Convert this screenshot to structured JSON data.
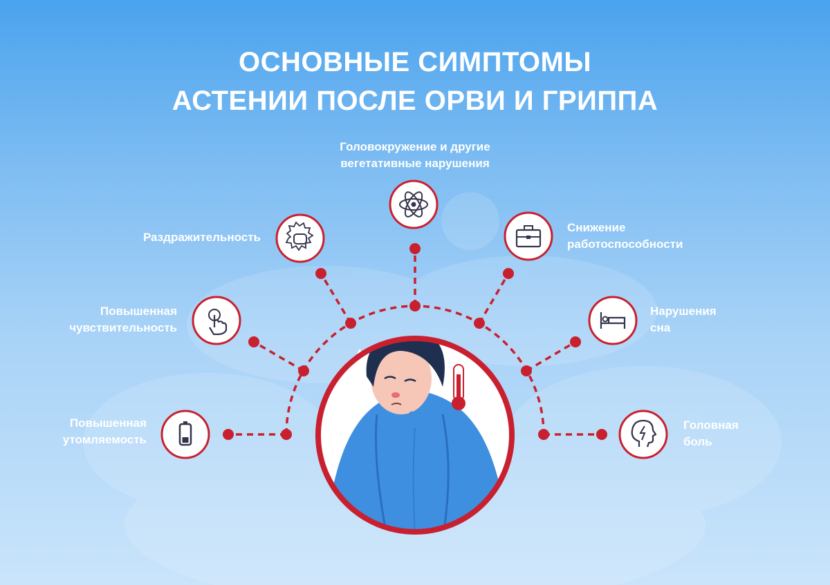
{
  "title": {
    "line1": "ОСНОВНЫЕ СИМПТОМЫ",
    "line2": "АСТЕНИИ ПОСЛЕ ОРВИ И ГРИППА"
  },
  "symptoms": {
    "fatigue": {
      "line1": "Повышенная",
      "line2": "утомляемость",
      "icon": "battery-icon"
    },
    "sensitivity": {
      "line1": "Повышенная",
      "line2": "чувствительность",
      "icon": "touch-hand-icon"
    },
    "irritability": {
      "line1": "Раздражительность",
      "icon": "fist-icon"
    },
    "dizziness": {
      "line1": "Головокружение и другие",
      "line2": "вегетативные нарушения",
      "icon": "atom-icon"
    },
    "work": {
      "line1": "Снижение",
      "line2": "работоспособности",
      "icon": "briefcase-icon"
    },
    "sleep": {
      "line1": "Нарушения",
      "line2": "сна",
      "icon": "bed-icon"
    },
    "headache": {
      "line1": "Головная",
      "line2": "боль",
      "icon": "head-lightning-icon"
    }
  },
  "colors": {
    "accent_red": "#c8202f",
    "blanket_blue": "#3f8fe0",
    "hair_navy": "#1f2f4f"
  }
}
